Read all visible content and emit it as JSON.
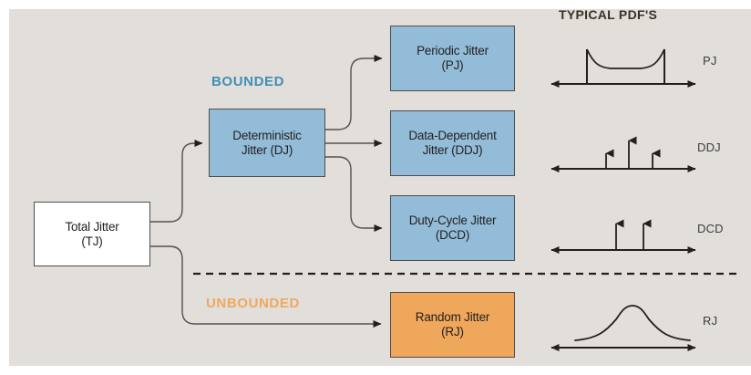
{
  "figure": {
    "background_color": "#e2ded9",
    "frame_color": "#ffffff",
    "pdf_column_title": "TYPICAL PDF'S"
  },
  "groups": {
    "bounded": {
      "label": "BOUNDED",
      "color": "#3f8fb5"
    },
    "unbounded": {
      "label": "UNBOUNDED",
      "color": "#f0a85e"
    }
  },
  "nodes": {
    "tj": {
      "line1": "Total Jitter",
      "line2": "(TJ)",
      "fill": "#ffffff"
    },
    "dj": {
      "line1": "Deterministic",
      "line2": "Jitter (DJ)",
      "fill": "#93bcd8"
    },
    "pj": {
      "line1": "Periodic Jitter",
      "line2": "(PJ)",
      "fill": "#93bcd8"
    },
    "ddj": {
      "line1": "Data-Dependent",
      "line2": "Jitter (DDJ)",
      "fill": "#93bcd8"
    },
    "dcd": {
      "line1": "Duty-Cycle Jitter",
      "line2": "(DCD)",
      "fill": "#93bcd8"
    },
    "rj": {
      "line1": "Random Jitter",
      "line2": "(RJ)",
      "fill": "#efa75b"
    }
  },
  "pdfs": [
    {
      "key": "pj",
      "label": "PJ",
      "shape": "bimodal-bathtub"
    },
    {
      "key": "ddj",
      "label": "DDJ",
      "shape": "three-impulses"
    },
    {
      "key": "dcd",
      "label": "DCD",
      "shape": "two-impulses"
    },
    {
      "key": "rj",
      "label": "RJ",
      "shape": "gaussian"
    }
  ]
}
